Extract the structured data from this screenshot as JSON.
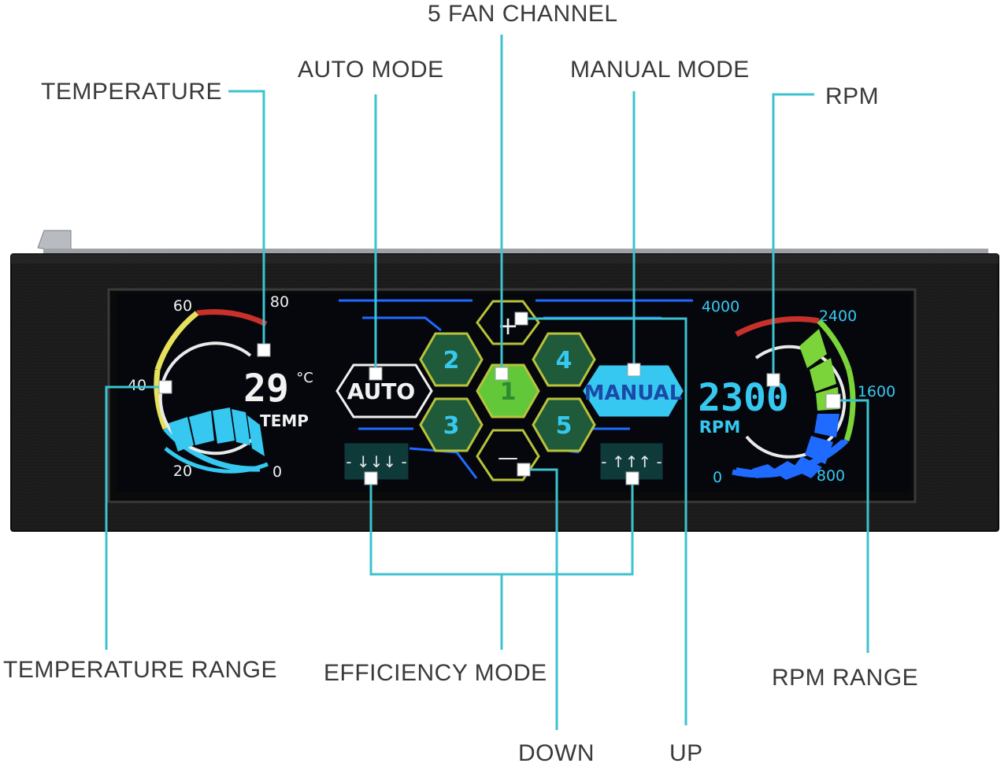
{
  "callouts": {
    "fan_channel": "5 FAN CHANNEL",
    "auto_mode": "AUTO MODE",
    "manual_mode": "MANUAL MODE",
    "temperature": "TEMPERATURE",
    "rpm": "RPM",
    "temperature_range": "TEMPERATURE RANGE",
    "efficiency_mode": "EFFICIENCY MODE",
    "rpm_range": "RPM RANGE",
    "down": "DOWN",
    "up": "UP"
  },
  "display": {
    "temp_value": "29",
    "temp_unit": "°C",
    "temp_label": "TEMP",
    "temp_ticks": [
      "60",
      "80",
      "40",
      "20",
      "0"
    ],
    "auto_button": "AUTO",
    "manual_button": "MANUAL",
    "fan_channels": [
      "1",
      "2",
      "3",
      "4",
      "5"
    ],
    "up_symbol": "+",
    "down_symbol": "—",
    "rpm_value": "2300",
    "rpm_label": "RPM",
    "rpm_ticks": [
      "4000",
      "2400",
      "1600",
      "800",
      "0"
    ],
    "efficiency_down_icon": "- ↓↓↓ -",
    "efficiency_up_icon": "- ↑↑↑ -"
  },
  "colors": {
    "leader_line": "#3cc3cf",
    "panel": "#1a1a1a",
    "screen": "#05070d",
    "lcd_cyan": "#36c8f0",
    "lcd_green": "#7ad43a",
    "lcd_blue": "#1f6bff",
    "lcd_yellow": "#e6e05a",
    "lcd_red": "#c8302a",
    "hex_border": "#b8c23a",
    "hex_fill": "#1f5a3a"
  }
}
